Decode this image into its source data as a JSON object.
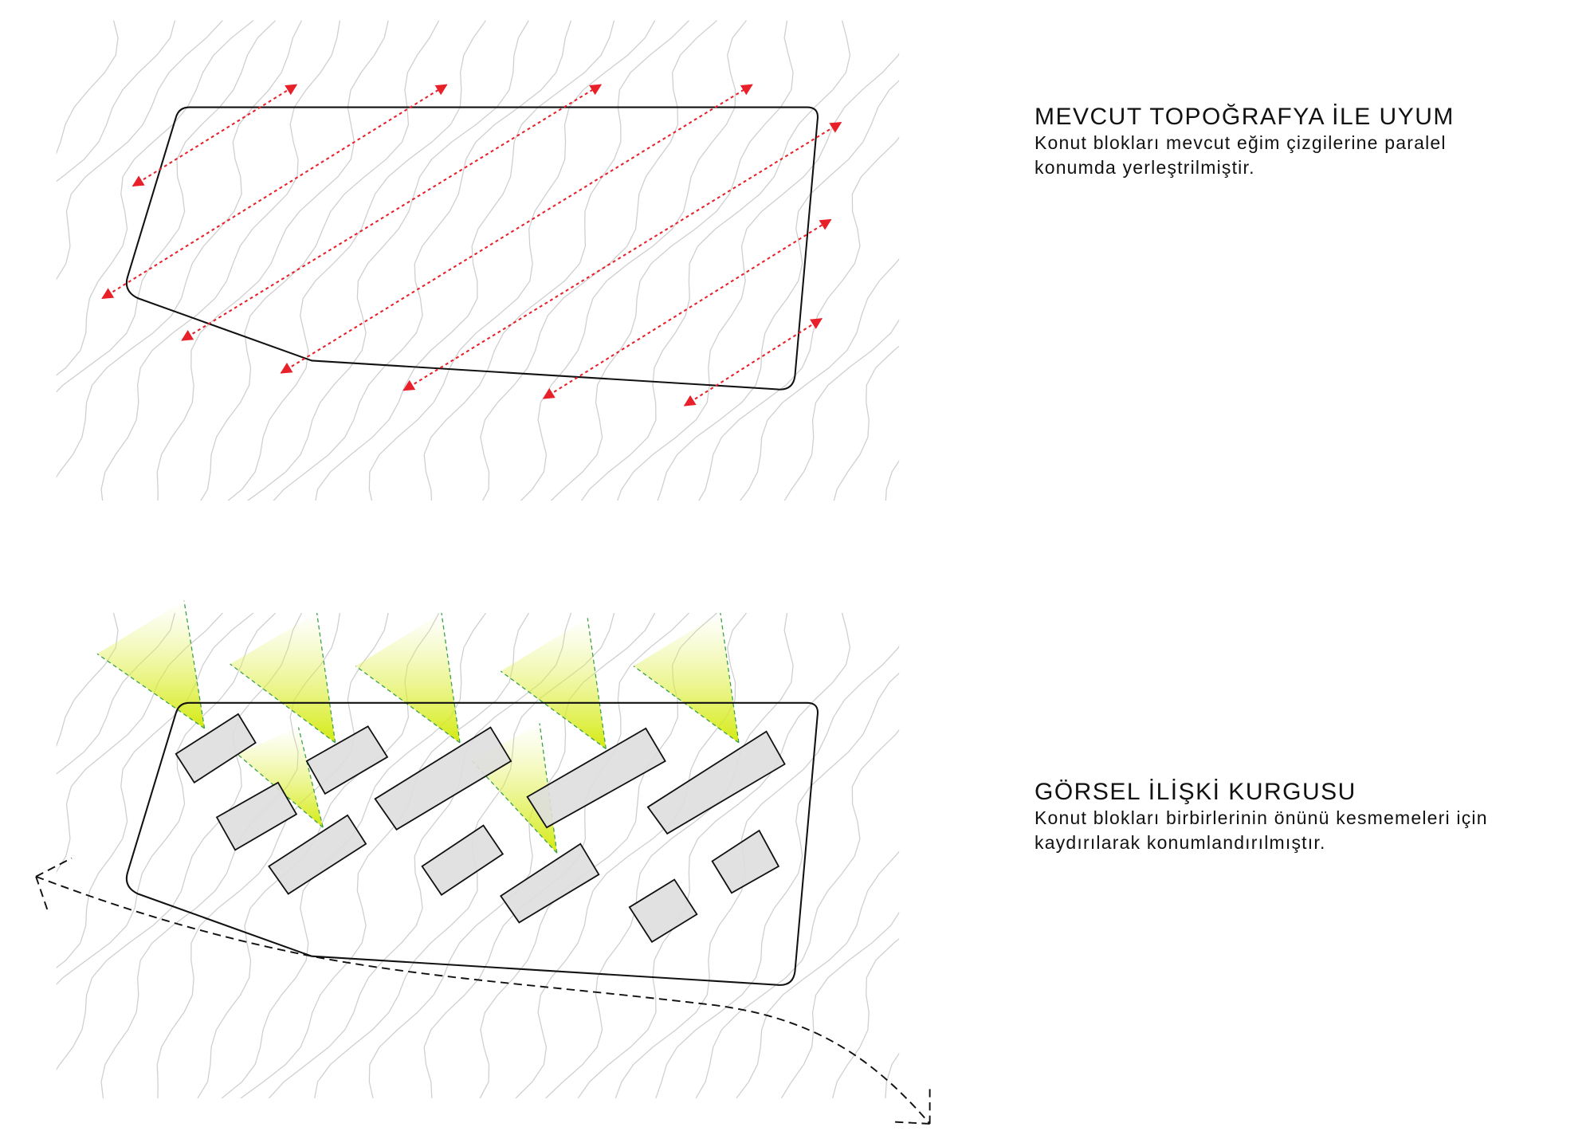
{
  "sections": [
    {
      "title": "MEVCUT TOPOĞRAFYA İLE UYUM",
      "lines": [
        "Konut blokları mevcut eğim çizgilerine paralel",
        "konumda yerleştrilmiştir."
      ]
    },
    {
      "title": "GÖRSEL İLİŞKİ KURGUSU",
      "lines": [
        "Konut blokları birbirlerinin önünü kesmemeleri için",
        "kaydırılarak konumlandırılmıştır."
      ]
    }
  ],
  "colors": {
    "contour": "#cfcfcf",
    "boundary": "#111111",
    "arrow": "#e8202a",
    "view_cone": "#d7ec1a",
    "view_edge": "#3aa04a",
    "block_fill": "#dedede"
  }
}
